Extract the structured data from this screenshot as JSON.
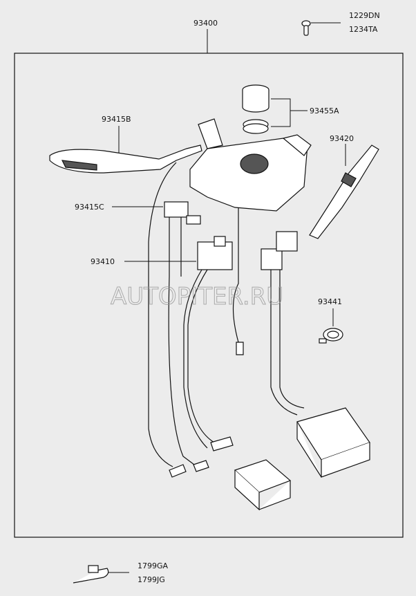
{
  "labels": {
    "assembly": "93400",
    "screw_a": "1229DN",
    "screw_b": "1234TA",
    "ring": "93455A",
    "left_lever": "93415B",
    "right_lever": "93420",
    "connector_c": "93415C",
    "body": "93410",
    "clip": "93441",
    "tie_a": "1799GA",
    "tie_b": "1799JG"
  },
  "watermark": "AUTOPITER.RU"
}
